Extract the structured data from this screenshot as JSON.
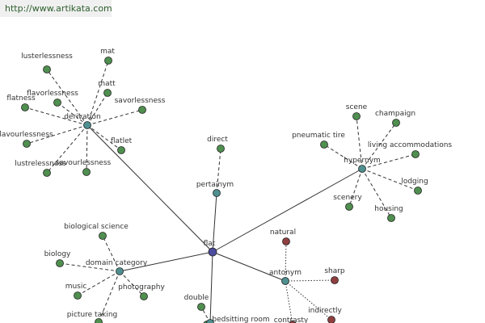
{
  "url": "http://www.artikata.com",
  "colors": {
    "center": "#4b4b9e",
    "relation": "#4f8f8f",
    "synonym": "#4f8f4f",
    "antonym": "#8f3f3f",
    "edge": "#333333"
  },
  "center": {
    "id": "flat",
    "label": "flat"
  },
  "relations": [
    {
      "id": "derivation",
      "label": "derivation"
    },
    {
      "id": "pertainym",
      "label": "pertainym"
    },
    {
      "id": "hypernym",
      "label": "hypernym"
    },
    {
      "id": "domain-category",
      "label": "domain category"
    },
    {
      "id": "antonym",
      "label": "antonym"
    },
    {
      "id": "unnamed",
      "label": ""
    }
  ],
  "words": [
    {
      "id": "lusterlessness",
      "label": "lusterlessness",
      "relation": "derivation",
      "kind": "synonym"
    },
    {
      "id": "mat",
      "label": "mat",
      "relation": "derivation",
      "kind": "synonym"
    },
    {
      "id": "matt",
      "label": "matt",
      "relation": "derivation",
      "kind": "synonym"
    },
    {
      "id": "flavorlessness",
      "label": "flavorlessness",
      "relation": "derivation",
      "kind": "synonym"
    },
    {
      "id": "flatness",
      "label": "flatness",
      "relation": "derivation",
      "kind": "synonym"
    },
    {
      "id": "savorlessness",
      "label": "savorlessness",
      "relation": "derivation",
      "kind": "synonym"
    },
    {
      "id": "flavourlessness",
      "label": "flavourlessness",
      "relation": "derivation",
      "kind": "synonym"
    },
    {
      "id": "flatlet",
      "label": "flatlet",
      "relation": "derivation",
      "kind": "synonym"
    },
    {
      "id": "lustrelessness",
      "label": "lustrelessness",
      "relation": "derivation",
      "kind": "synonym"
    },
    {
      "id": "savourlessness",
      "label": "savourlessness",
      "relation": "derivation",
      "kind": "synonym"
    },
    {
      "id": "direct",
      "label": "direct",
      "relation": "pertainym",
      "kind": "synonym"
    },
    {
      "id": "scene",
      "label": "scene",
      "relation": "hypernym",
      "kind": "synonym"
    },
    {
      "id": "champaign",
      "label": "champaign",
      "relation": "hypernym",
      "kind": "synonym"
    },
    {
      "id": "pneumatic-tire",
      "label": "pneumatic tire",
      "relation": "hypernym",
      "kind": "synonym"
    },
    {
      "id": "living-accommodations",
      "label": "living accommodations",
      "relation": "hypernym",
      "kind": "synonym"
    },
    {
      "id": "lodging",
      "label": "lodging",
      "relation": "hypernym",
      "kind": "synonym"
    },
    {
      "id": "scenery",
      "label": "scenery",
      "relation": "hypernym",
      "kind": "synonym"
    },
    {
      "id": "housing",
      "label": "housing",
      "relation": "hypernym",
      "kind": "synonym"
    },
    {
      "id": "biological-science",
      "label": "biological science",
      "relation": "domain-category",
      "kind": "synonym"
    },
    {
      "id": "biology",
      "label": "biology",
      "relation": "domain-category",
      "kind": "synonym"
    },
    {
      "id": "music",
      "label": "music",
      "relation": "domain-category",
      "kind": "synonym"
    },
    {
      "id": "photography",
      "label": "photography",
      "relation": "domain-category",
      "kind": "synonym"
    },
    {
      "id": "picture-taking",
      "label": "picture taking",
      "relation": "domain-category",
      "kind": "synonym"
    },
    {
      "id": "natural",
      "label": "natural",
      "relation": "antonym",
      "kind": "antonym"
    },
    {
      "id": "sharp",
      "label": "sharp",
      "relation": "antonym",
      "kind": "antonym"
    },
    {
      "id": "indirectly",
      "label": "indirectly",
      "relation": "antonym",
      "kind": "antonym"
    },
    {
      "id": "contrasty",
      "label": "contrasty",
      "relation": "antonym",
      "kind": "antonym"
    },
    {
      "id": "double",
      "label": "double",
      "relation": "unnamed",
      "kind": "synonym"
    },
    {
      "id": "bedsitting-room",
      "label": "bedsitting room",
      "relation": "unnamed",
      "kind": "synonym"
    }
  ]
}
